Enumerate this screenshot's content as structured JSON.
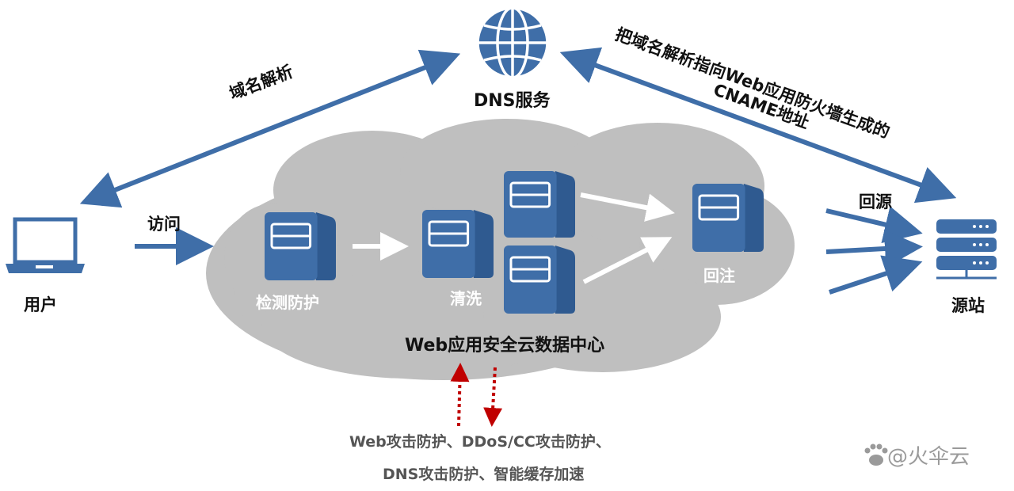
{
  "dns": {
    "label": "DNS服务",
    "icon": "globe-icon"
  },
  "user": {
    "label": "用户",
    "icon": "laptop-icon"
  },
  "origin": {
    "label": "源站",
    "icon": "server-rack-icon"
  },
  "arrows": {
    "domain_resolve": "域名解析",
    "cname_line1": "把域名解析指向Web应用防火墙生成的",
    "cname_line2": "CNAME地址",
    "visit": "访问",
    "back_to_origin": "回源"
  },
  "cloud": {
    "detect": "检测防护",
    "clean": "清洗",
    "reinject": "回注",
    "center": "Web应用安全云数据中心"
  },
  "features": {
    "line1": "Web攻击防护、DDoS/CC攻击防护、",
    "line2": "DNS攻击防护、智能缓存加速"
  },
  "watermark": {
    "text": "@火伞云",
    "icon": "paw-icon"
  },
  "colors": {
    "blue": "#3f6ea8",
    "cloud": "#bfbfbf",
    "red": "#c00000"
  }
}
